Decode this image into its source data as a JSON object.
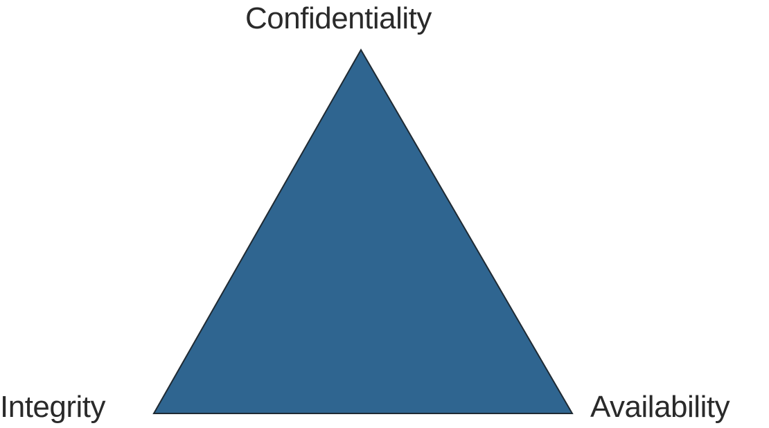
{
  "diagram": {
    "labels": {
      "top": "Confidentiality",
      "bottom_left": "Integrity",
      "bottom_right": "Availability"
    },
    "colors": {
      "triangle_fill": "#2f6590",
      "triangle_stroke": "#1f2a33",
      "text": "#2a2a2a",
      "background": "#ffffff"
    }
  }
}
